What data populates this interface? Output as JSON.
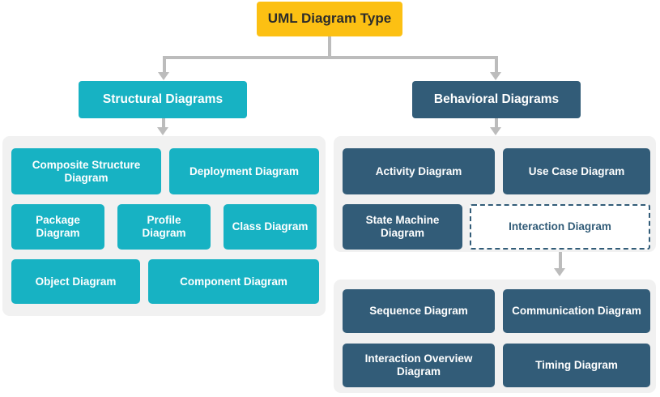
{
  "diagram": {
    "title": "UML Diagram Type",
    "root": {
      "label": "UML Diagram Type",
      "color": "#fcc013",
      "text_color": "#2b2b2b"
    },
    "branches": [
      {
        "id": "structural",
        "label": "Structural Diagrams",
        "color": "#17b2c3",
        "text_color": "#ffffff",
        "children": [
          {
            "label": "Composite Structure Diagram"
          },
          {
            "label": "Deployment Diagram"
          },
          {
            "label": "Package Diagram"
          },
          {
            "label": "Profile Diagram"
          },
          {
            "label": "Class Diagram"
          },
          {
            "label": "Object Diagram"
          },
          {
            "label": "Component Diagram"
          }
        ]
      },
      {
        "id": "behavioral",
        "label": "Behavioral Diagrams",
        "color": "#325c78",
        "text_color": "#ffffff",
        "children": [
          {
            "label": "Activity Diagram"
          },
          {
            "label": "Use Case Diagram"
          },
          {
            "label": "State Machine Diagram"
          },
          {
            "label": "Interaction Diagram",
            "style": "dashed-outline",
            "is_category": true
          }
        ],
        "subgroup": {
          "parent": "Interaction Diagram",
          "children": [
            {
              "label": "Sequence Diagram"
            },
            {
              "label": "Communication Diagram"
            },
            {
              "label": "Interaction Overview Diagram"
            },
            {
              "label": "Timing Diagram"
            }
          ]
        }
      }
    ],
    "connector_color": "#bcbcbc",
    "panel_color": "#f1f1f1"
  }
}
